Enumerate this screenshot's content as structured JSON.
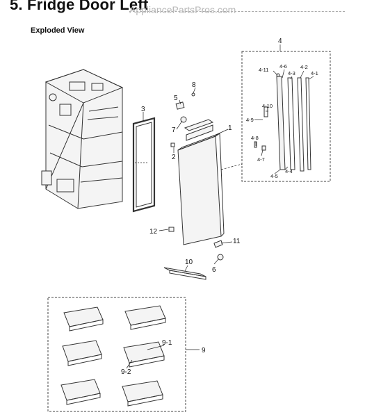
{
  "header": {
    "title": "5.  Fridge Door Left",
    "watermark": "AppliancePartsPros.com",
    "subtitle": "Exploded View"
  },
  "callouts": {
    "c1": "1",
    "c2": "2",
    "c3": "3",
    "c4": "4",
    "c5": "5",
    "c6": "6",
    "c7": "7",
    "c8": "8",
    "c9": "9",
    "c10": "10",
    "c11": "11",
    "c12": "12",
    "c4_1": "4-1",
    "c4_2": "4-2",
    "c4_3": "4-3",
    "c4_4": "4-4",
    "c4_5": "4-5",
    "c4_6": "4-6",
    "c4_7": "4-7",
    "c4_8": "4-8",
    "c4_9": "4-9",
    "c4_10": "4-10",
    "c4_11": "4-11",
    "c9_1": "9-1",
    "c9_2": "9-2"
  }
}
